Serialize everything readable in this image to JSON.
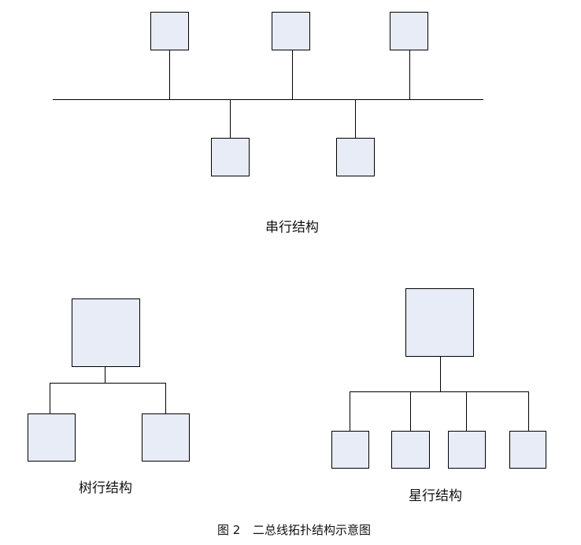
{
  "diagrams": {
    "bus": {
      "label": "串行结构"
    },
    "tree": {
      "label": "树行结构"
    },
    "star": {
      "label": "星行结构"
    }
  },
  "caption": {
    "figure_number": "图 2",
    "title": "二总线拓扑结构示意图"
  }
}
